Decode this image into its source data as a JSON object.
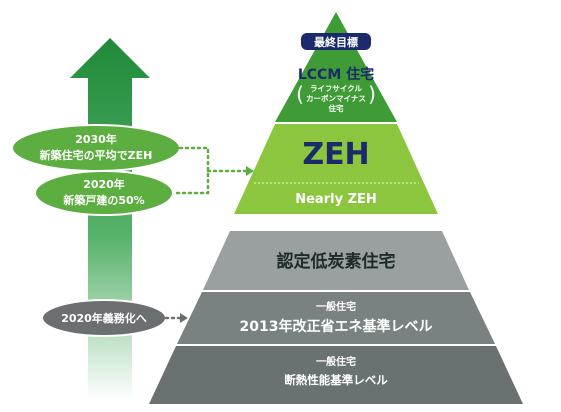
{
  "goal": {
    "badge": "最終目標",
    "title": "LCCM 住宅",
    "subtitle_lines": [
      "ライフサイクル",
      "カーボンマイナス",
      "住宅"
    ]
  },
  "zeh": {
    "title": "ZEH",
    "nearly": "Nearly ZEH"
  },
  "low_carbon": {
    "title": "認定低炭素住宅"
  },
  "standard_2013": {
    "line1": "一般住宅",
    "line2": "2013年改正省エネ基準レベル"
  },
  "insulation": {
    "line1": "一般住宅",
    "line2": "断熱性能基準レベル"
  },
  "callouts": {
    "c2030": [
      "2030年",
      "新築住宅の平均でZEH"
    ],
    "c2020": [
      "2020年",
      "新築戸建の50%"
    ],
    "mandatory": "2020年義務化へ"
  },
  "colors": {
    "goal_green": "#3f9b35",
    "zeh_green": "#8cc63f",
    "low_carbon_gray": "#9aa09f",
    "standard_gray": "#7a8281",
    "insulation_gray": "#6a7271",
    "badge_navy": "#1b2a6b",
    "arrow_green": "#1f8a3a",
    "callout_gray": "#6b6f70"
  }
}
